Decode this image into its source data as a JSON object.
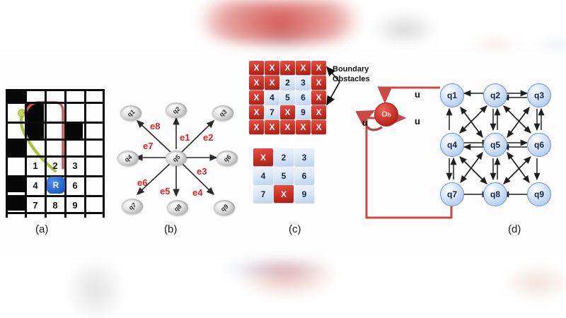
{
  "figure": {
    "captions": [
      {
        "id": "a",
        "label": "(a)"
      },
      {
        "id": "b",
        "label": "(b)"
      },
      {
        "id": "c",
        "label": "(c)"
      },
      {
        "id": "d",
        "label": "(d)"
      }
    ],
    "colors": {
      "obstacle_red": "#cf3327",
      "free_blue": "#d8e6f8",
      "state_node_blue": "#b9d0ef",
      "edge_label_red": "#e02020",
      "path_red": "#d2574f",
      "path_green": "#a8c23c",
      "robot_blue": "#1f63c8",
      "grid_black": "#0b0b0b"
    }
  },
  "panel_a": {
    "caption": "(a)",
    "robot_label": "R",
    "cell_numbers": [
      "1",
      "2",
      "3",
      "4",
      "R",
      "6",
      "7",
      "8",
      "9"
    ],
    "grid_cols": 5,
    "grid_rows": 6,
    "obstacles": [
      [
        0,
        1
      ],
      [
        1,
        1
      ],
      [
        2,
        1
      ],
      [
        1,
        2
      ],
      [
        2,
        2
      ],
      [
        1,
        3
      ],
      [
        3,
        3
      ],
      [
        0,
        4
      ],
      [
        0,
        5
      ],
      [
        0,
        3
      ]
    ]
  },
  "panel_b": {
    "caption": "(b)",
    "nodes": [
      {
        "id": "q1",
        "label": "q1"
      },
      {
        "id": "q2",
        "label": "q2"
      },
      {
        "id": "q3",
        "label": "q3"
      },
      {
        "id": "q4",
        "label": "q4"
      },
      {
        "id": "q5",
        "label": "q5"
      },
      {
        "id": "q6",
        "label": "q6"
      },
      {
        "id": "q7",
        "label": "q7"
      },
      {
        "id": "q8",
        "label": "q8"
      },
      {
        "id": "q9",
        "label": "q9"
      }
    ],
    "edges": [
      {
        "id": "e1",
        "label": "e1",
        "from": "q5",
        "to": "q2"
      },
      {
        "id": "e2",
        "label": "e2",
        "from": "q5",
        "to": "q3"
      },
      {
        "id": "e3",
        "label": "e3",
        "from": "q5",
        "to": "q6"
      },
      {
        "id": "e4",
        "label": "e4",
        "from": "q5",
        "to": "q9"
      },
      {
        "id": "e5",
        "label": "e5",
        "from": "q5",
        "to": "q8"
      },
      {
        "id": "e6",
        "label": "e6",
        "from": "q5",
        "to": "q7"
      },
      {
        "id": "e7",
        "label": "e7",
        "from": "q5",
        "to": "q4"
      },
      {
        "id": "e8",
        "label": "e8",
        "from": "q5",
        "to": "q1"
      }
    ]
  },
  "panel_c": {
    "caption": "(c)",
    "annotation": {
      "line1": "Boundary",
      "line2": "Obstacles"
    },
    "grid_top": {
      "rows": 5,
      "cols": 5,
      "cells": [
        [
          "X",
          "X",
          "X",
          "X",
          "X"
        ],
        [
          "X",
          "X",
          "2",
          "3",
          "X"
        ],
        [
          "X",
          "4",
          "5",
          "6",
          "X"
        ],
        [
          "X",
          "7",
          "X",
          "9",
          "X"
        ],
        [
          "X",
          "X",
          "X",
          "X",
          "X"
        ]
      ]
    },
    "grid_bottom": {
      "rows": 3,
      "cols": 3,
      "cells": [
        [
          "X",
          "2",
          "3"
        ],
        [
          "4",
          "5",
          "6"
        ],
        [
          "7",
          "X",
          "9"
        ]
      ]
    }
  },
  "panel_d": {
    "caption": "(d)",
    "obstacle_state": {
      "id": "Ob",
      "label": "O",
      "subscript": "b"
    },
    "nodes": [
      {
        "id": "q1",
        "label": "q1"
      },
      {
        "id": "q2",
        "label": "q2"
      },
      {
        "id": "q3",
        "label": "q3"
      },
      {
        "id": "q4",
        "label": "q4"
      },
      {
        "id": "q5",
        "label": "q5"
      },
      {
        "id": "q6",
        "label": "q6"
      },
      {
        "id": "q7",
        "label": "q7"
      },
      {
        "id": "q8",
        "label": "q8"
      },
      {
        "id": "q9",
        "label": "q9"
      }
    ],
    "transition_labels": [
      {
        "id": "u-q1-to-ob",
        "label": "u"
      },
      {
        "id": "u-q8-to-ob",
        "label": "u"
      },
      {
        "id": "u-self-loop",
        "label": "u"
      }
    ]
  }
}
